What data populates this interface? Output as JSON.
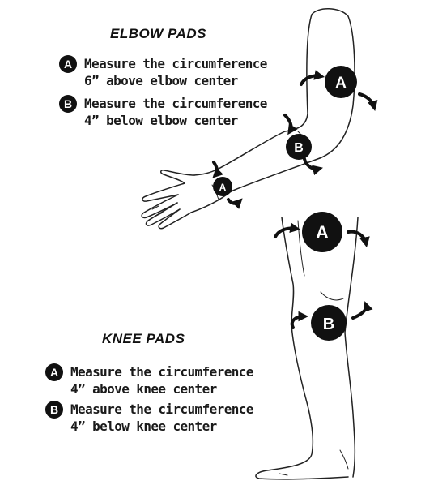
{
  "elbow": {
    "heading": "ELBOW PADS",
    "items": [
      {
        "letter": "A",
        "line1": "Measure the circumference",
        "line2": "6” above elbow center"
      },
      {
        "letter": "B",
        "line1": "Measure the circumference",
        "line2": "4” below elbow center"
      }
    ]
  },
  "knee": {
    "heading": "KNEE PADS",
    "items": [
      {
        "letter": "A",
        "line1": "Measure the circumference",
        "line2": "4” above knee center"
      },
      {
        "letter": "B",
        "line1": "Measure the circumference",
        "line2": "4” below knee center"
      }
    ]
  },
  "markers": {
    "a": "A",
    "b": "B"
  },
  "colors": {
    "ink": "#111111",
    "background": "#ffffff"
  }
}
